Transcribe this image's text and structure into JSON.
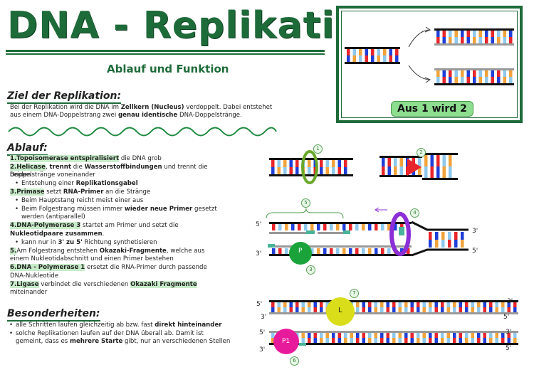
{
  "title": "DNA - Replikation",
  "subtitle": "Ablauf und Funktion",
  "goal": {
    "heading": "Ziel der Replikation:",
    "line1_a": "Bei der Replikation wird die DNA im ",
    "line1_b": "Zellkern (Nucleus)",
    "line1_c": " verdoppelt. Dabei entstehet",
    "line2_a": "aus einem DNA-Doppelstrang zwei ",
    "line2_b": "genau identische",
    "line2_c": " DNA-Doppelstränge."
  },
  "process": {
    "heading": "Ablauf:",
    "s1_num": "1.",
    "s1_a": "Topoisomerase entspiralisiert",
    "s1_b": " die DNA grob",
    "s2_num": "2.",
    "s2_a": "Helicase",
    "s2_b": ", ",
    "s2_c": "trennt",
    "s2_d": " die ",
    "s2_e": "Wasserstoffbindungen",
    "s2_f": " und trennt die beiden",
    "s2_g": "Doppelstränge voneinander",
    "s2_sub_a": "Entstehung einer ",
    "s2_sub_b": "Replikationsgabel",
    "s3_num": "3.",
    "s3_a": "Primase",
    "s3_b": " setzt ",
    "s3_c": "RNA-Primer",
    "s3_d": " an die Stränge",
    "s3_sub1": "Beim Hauptstang reicht meist einer aus",
    "s3_sub2_a": "Beim Folgestrang müssen immer ",
    "s3_sub2_b": "wieder neue Primer",
    "s3_sub2_c": " gesetzt",
    "s3_sub2_d": "werden (antiparallel)",
    "s4_num": "4.",
    "s4_a": "DNA-Polymerase 3",
    "s4_b": " startet am Primer und setzt die",
    "s4_c": "Nukleotidpaare zusammen",
    "s4_d": ".",
    "s4_sub_a": "kann nur in ",
    "s4_sub_b": "3' zu 5'",
    "s4_sub_c": " Richtung synthetisieren",
    "s5_num": "5.",
    "s5_a": "Am Folgestrang entstehen ",
    "s5_b": "Okazaki-Fragmente",
    "s5_c": ", welche aus",
    "s5_d": "einem Nukleotidabschnitt und einen Primer bestehen",
    "s6_num": "6.",
    "s6_a": "DNA - Polymerase 1",
    "s6_b": " ersetzt die RNA-Primer durch passende",
    "s6_c": "DNA-Nukleotide",
    "s7_num": "7.",
    "s7_a": "Ligase",
    "s7_b": " verbindet die verschiedenen ",
    "s7_c": "Okazaki Fragmente",
    "s7_d": "miteinander"
  },
  "special": {
    "heading": "Besonderheiten:",
    "b1_a": "alle Schritten laufen gleichzeitig ab bzw. fast ",
    "b1_b": "direkt hinteinander",
    "b2_a": "solche Replikationen laufen auf der DNA überall ab. Damit ist",
    "b2_b": "gemeint, dass es ",
    "b2_c": "mehrere Starte",
    "b2_d": " gibt, nur an verschiedenen Stellen"
  },
  "box": {
    "label": "Aus 1 wird 2"
  },
  "diagram": {
    "badges": [
      "1",
      "2",
      "3",
      "4",
      "5",
      "6",
      "7"
    ],
    "enzymes": {
      "p": "P",
      "l": "L",
      "p1": "P1"
    },
    "ends": {
      "five": "5'",
      "three": "3'"
    }
  },
  "colors": {
    "green_dark": "#1e6b3a",
    "highlight": "#c8ecc9",
    "red": "#e8252a",
    "blue": "#1f3fd8",
    "orange": "#f2a23a",
    "lightblue": "#8ec8ee",
    "polymerase3": "#1aa33a",
    "helicase_ring": "#8c2fd6",
    "topoisomerase_ring": "#6aa82a",
    "ligase": "#d9dd1a",
    "polymerase1": "#e81a9c"
  }
}
